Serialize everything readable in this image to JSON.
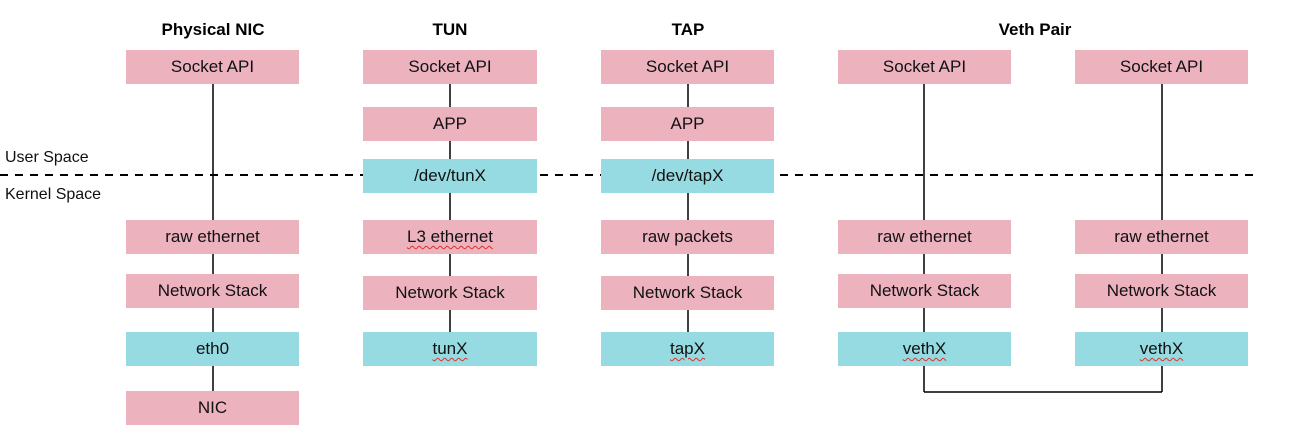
{
  "columns": {
    "physical": {
      "title": "Physical NIC",
      "boxes": [
        "Socket API",
        "raw ethernet",
        "Network Stack",
        "eth0",
        "NIC"
      ]
    },
    "tun": {
      "title": "TUN",
      "boxes": [
        "Socket API",
        "APP",
        "/dev/tunX",
        "L3 ethernet",
        "Network Stack",
        "tunX"
      ]
    },
    "tap": {
      "title": "TAP",
      "boxes": [
        "Socket API",
        "APP",
        "/dev/tapX",
        "raw packets",
        "Network Stack",
        "tapX"
      ]
    },
    "veth": {
      "title": "Veth Pair",
      "left": [
        "Socket API",
        "raw ethernet",
        "Network Stack",
        "vethX"
      ],
      "right": [
        "Socket API",
        "raw ethernet",
        "Network Stack",
        "vethX"
      ]
    }
  },
  "spaces": {
    "user": "User Space",
    "kernel": "Kernel Space"
  },
  "colors": {
    "pink_box": "#ecb2be",
    "cyan_box": "#96dbe2",
    "line": "#000000"
  }
}
